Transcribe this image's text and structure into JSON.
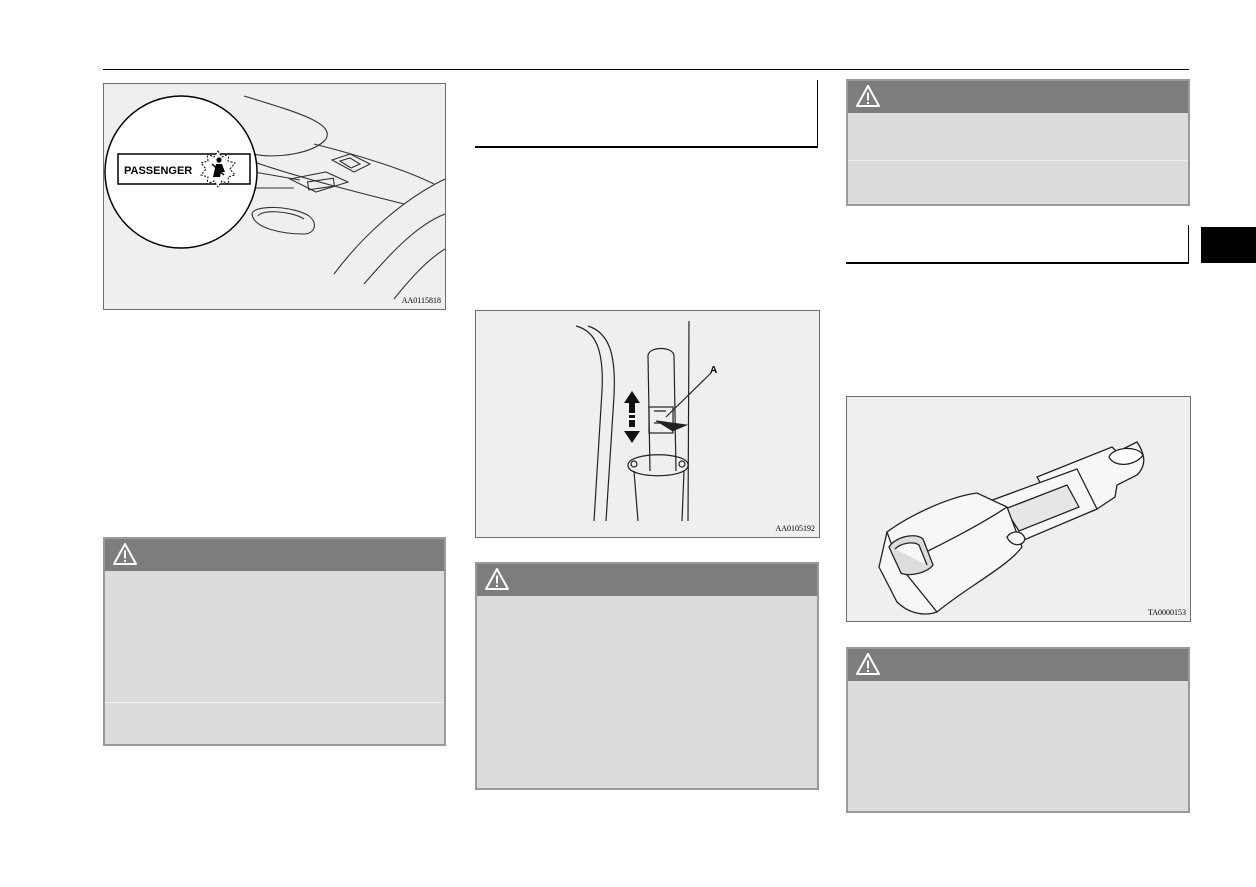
{
  "figures": {
    "overhead_indicator": {
      "code": "AA0115818",
      "label": "PASSENGER"
    },
    "belt_anchor": {
      "code": "AA0105192",
      "callout": "A"
    },
    "buckle_extender": {
      "code": "TA0000153"
    }
  },
  "warning_icon": "warning-triangle-icon",
  "colors": {
    "warn_header": "#7d7d7d",
    "warn_body": "#dcdcdc",
    "thumb_tab": "#000000"
  }
}
